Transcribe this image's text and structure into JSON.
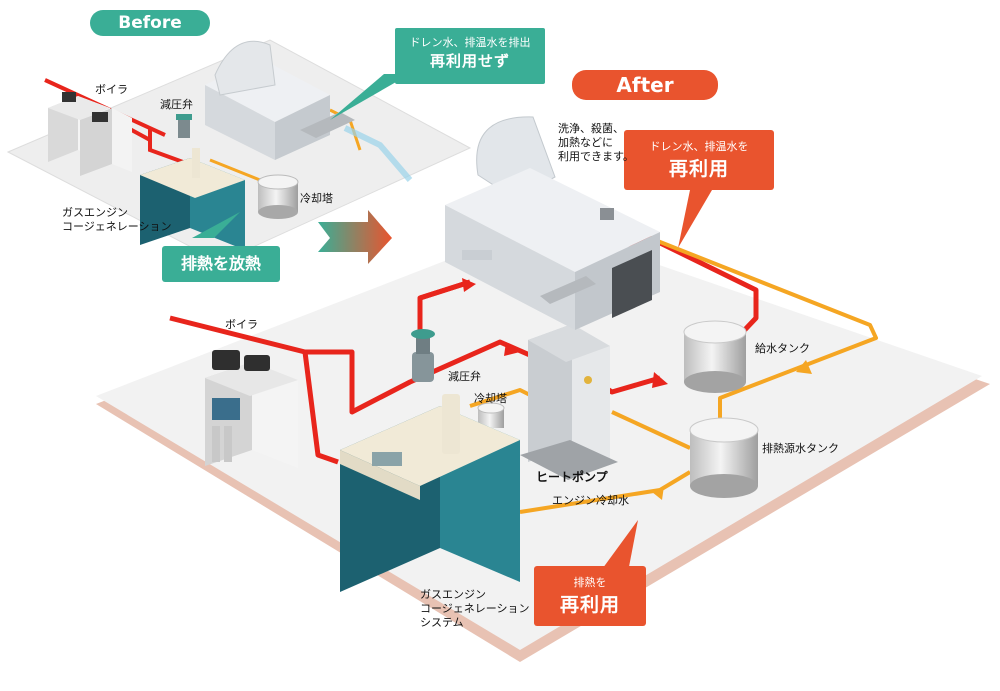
{
  "before": {
    "badge": "Before",
    "callout_drain_line1": "ドレン水、排温水を排出",
    "callout_drain_line2": "再利用せず",
    "boiler": "ボイラ",
    "pressure_valve": "減圧弁",
    "cooling_tower": "冷却塔",
    "engine_line1": "ガスエンジン",
    "engine_line2": "コージェネレーション",
    "heat_release": "排熱を放熱"
  },
  "after": {
    "badge": "After",
    "usage_line1": "洗浄、殺菌、",
    "usage_line2": "加熱などに",
    "usage_line3": "利用できます。",
    "callout_drain_line1": "ドレン水、排温水を",
    "callout_drain_line2": "再利用",
    "boiler": "ボイラ",
    "pressure_valve": "減圧弁",
    "cooling_tower": "冷却塔",
    "heat_pump": "ヒートポンプ",
    "feed_tank": "給水タンク",
    "waste_tank": "排熱源水タンク",
    "engine_coolant": "エンジン冷却水",
    "engine_line1": "ガスエンジン",
    "engine_line2": "コージェネレーション",
    "engine_line3": "システム",
    "callout_heat_line1": "排熱を",
    "callout_heat_line2": "再利用"
  },
  "colors": {
    "teal": "#3aae96",
    "orange_red": "#e9542e",
    "steam_red": "#e8251c",
    "hot_water": "#f5a623",
    "engine_teal": "#1e6e78",
    "floor": "#f1f1f1",
    "floor_edge": "#e6b9a8"
  }
}
